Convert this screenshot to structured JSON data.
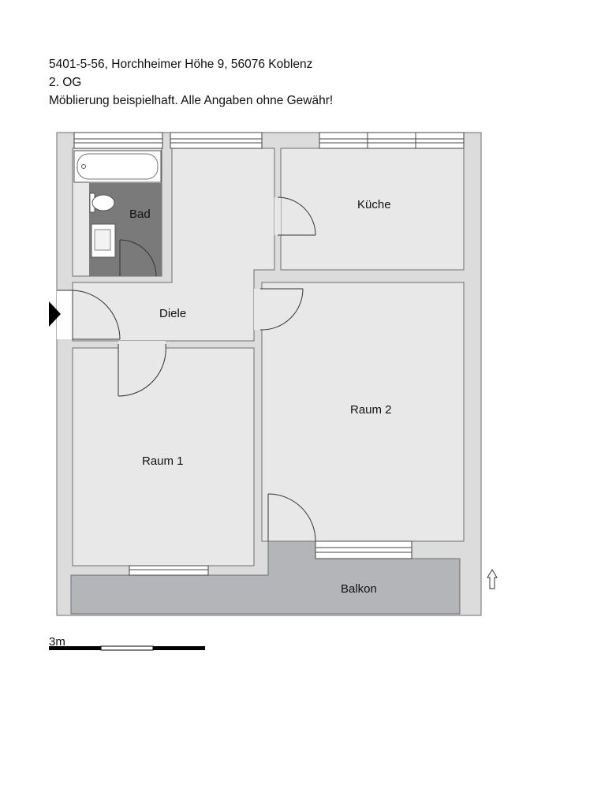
{
  "header": {
    "line1": "5401-5-56, Horchheimer Höhe 9, 56076 Koblenz",
    "line2": "2. OG",
    "line3": "Möblierung beispielhaft. Alle Angaben ohne Gewähr!"
  },
  "rooms": {
    "bad": "Bad",
    "kueche": "Küche",
    "diele": "Diele",
    "raum1": "Raum 1",
    "raum2": "Raum 2",
    "balkon": "Balkon"
  },
  "scale": {
    "label": "3m"
  },
  "colors": {
    "wall": "#dcdcdc",
    "wall_edge": "#6e6e6e",
    "floor": "#e8e8e8",
    "bath_floor": "#7a7a7a",
    "balcony": "#b3b5b9"
  },
  "icons": {
    "entrance": "entrance-arrow-icon",
    "north": "north-arrow-icon"
  }
}
